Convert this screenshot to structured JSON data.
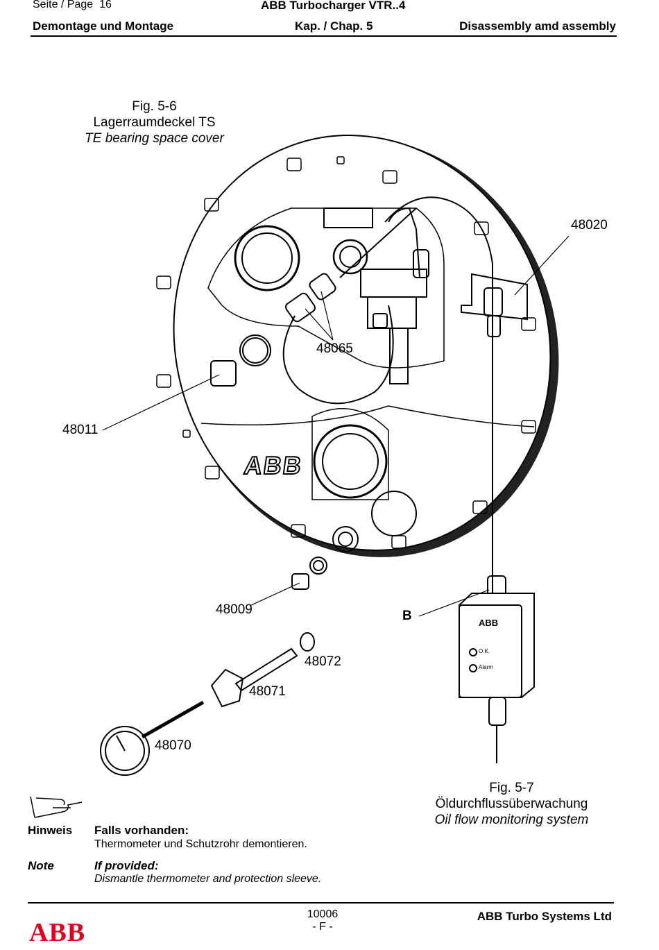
{
  "header": {
    "page_label": "Seite / Page",
    "page_number": "16",
    "doc_title": "ABB Turbocharger VTR..4",
    "section_de": "Demontage und Montage",
    "chapter": "Kap. / Chap. 5",
    "section_en": "Disassembly amd assembly"
  },
  "figure1": {
    "number": "Fig. 5-6",
    "title_de": "Lagerraumdeckel TS",
    "title_en": "TE bearing space cover"
  },
  "figure2": {
    "number": "Fig. 5-7",
    "title_de": "Öldurchflussüberwachung",
    "title_en": "Oil flow monitoring system"
  },
  "drawing": {
    "cover_logo": "ABB",
    "box_logo": "ABB",
    "box_indicator_1": "O.K.",
    "box_indicator_2": "Alarm"
  },
  "parts": {
    "p48020": "48020",
    "p48065": "48065",
    "p48011": "48011",
    "p48009": "48009",
    "pB": "B",
    "p48072": "48072",
    "p48071": "48071",
    "p48070": "48070"
  },
  "note": {
    "hinweis_label": "Hinweis",
    "hinweis_line1": "Falls vorhanden:",
    "hinweis_line2": "Thermometer und Schutzrohr demontieren.",
    "note_label": "Note",
    "note_line1": "If provided:",
    "note_line2": "Dismantle thermometer and protection sleeve."
  },
  "footer": {
    "doc_number": "10006",
    "revision": "- F -",
    "company": "ABB Turbo Systems Ltd",
    "logo": "ABB"
  },
  "colors": {
    "text": "#000000",
    "logo_red": "#e2001a",
    "drawing_fill": "#ffffff",
    "shadow": "#333333"
  }
}
